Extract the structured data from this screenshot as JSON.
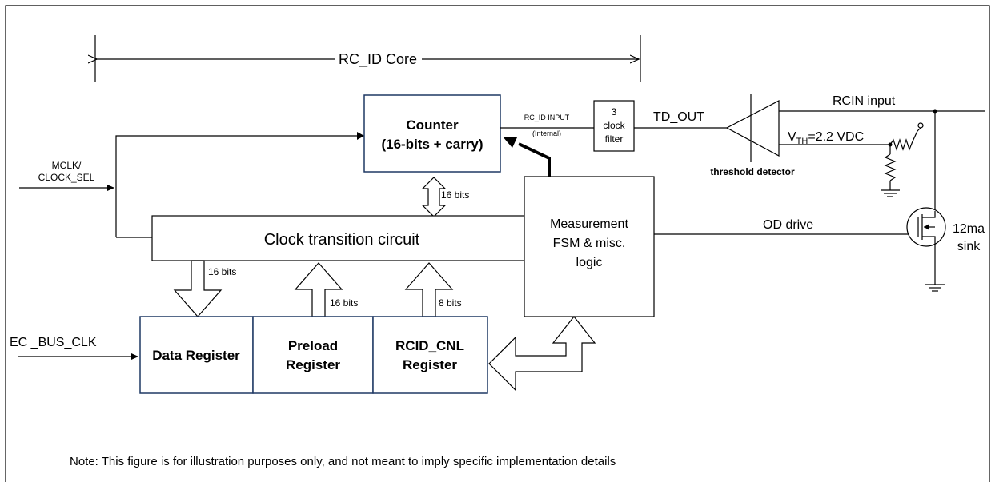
{
  "diagram": {
    "core_label": "RC_ID Core",
    "blocks": {
      "counter": [
        "Counter",
        "(16-bits + carry)"
      ],
      "clock_transition": "Clock transition circuit",
      "measurement": [
        "Measurement",
        "FSM & misc.",
        "logic"
      ],
      "data_register": "Data Register",
      "preload_register": [
        "Preload",
        "Register"
      ],
      "rcid_cnl_register": [
        "RCID_CNL",
        "Register"
      ],
      "clock_filter": [
        "3",
        "clock",
        "filter"
      ]
    },
    "signals": {
      "mclk": [
        "MCLK/",
        "CLOCK_SEL"
      ],
      "ec_bus_clk": "EC _BUS_CLK",
      "rc_id_input": [
        "RC_ID INPUT",
        "(Internal)"
      ],
      "td_out": "TD_OUT",
      "rcin_input": "RCIN input",
      "vth_prefix": "V",
      "vth_sub": "TH",
      "vth_value": "=2.2 VDC",
      "threshold_detector": "threshold  detector",
      "od_drive": "OD drive",
      "sink": [
        "12ma",
        "sink"
      ]
    },
    "bus_widths": {
      "counter_bus": "16 bits",
      "data_bus": "16 bits",
      "preload_bus": "16 bits",
      "cnl_bus": "8 bits"
    },
    "note": "Note: This figure is for illustration purposes only, and not meant to imply specific implementation details"
  }
}
